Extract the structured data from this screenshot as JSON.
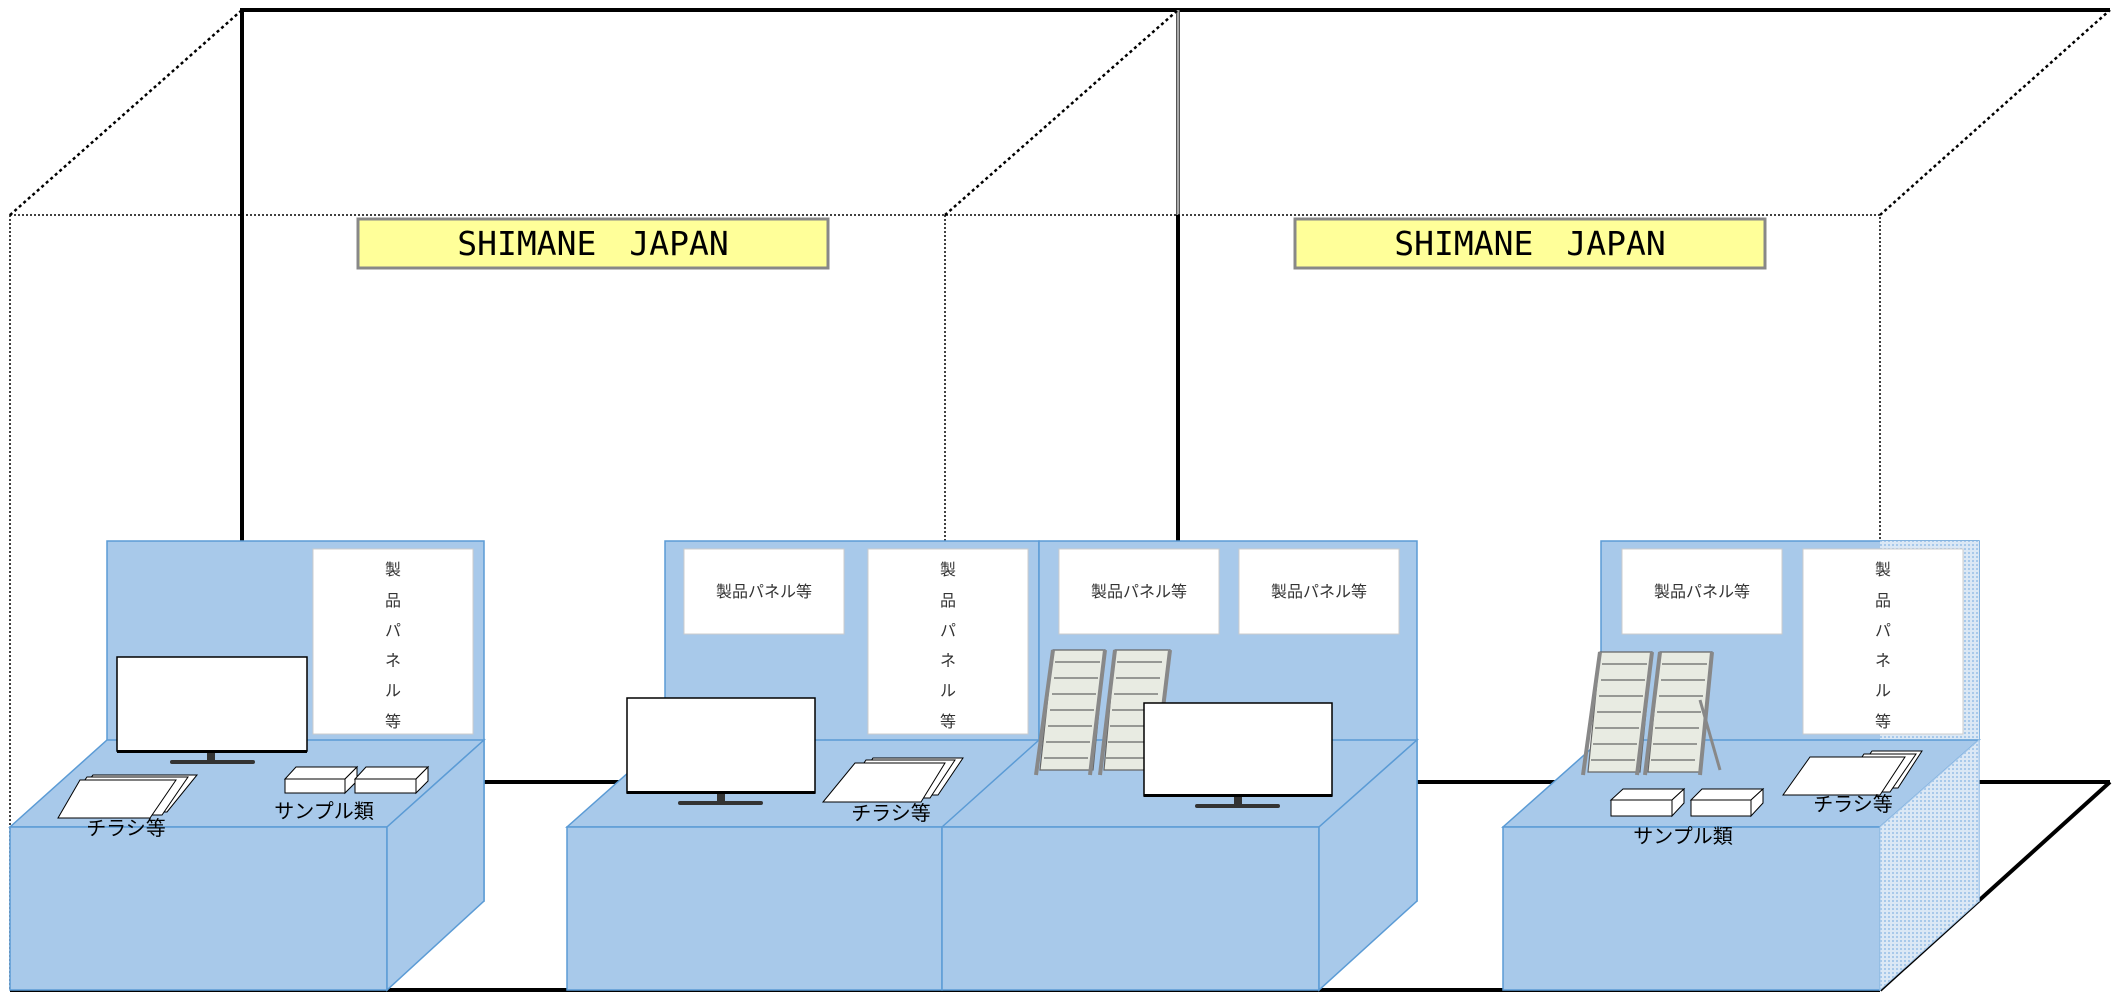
{
  "banner_text": "SHIMANE　JAPAN",
  "colors": {
    "booth_fill": "#a8c9ea",
    "booth_stroke": "#5b9bd5",
    "banner_fill": "#ffff99",
    "banner_stroke": "#888888",
    "frame": "#000000"
  },
  "labels": {
    "panel_horizontal": "製品パネル等",
    "panel_vertical": [
      "製",
      "品",
      "パ",
      "ネ",
      "ル",
      "等"
    ],
    "flyers": "チラシ等",
    "samples": "サンプル類"
  },
  "icons": [
    "monitor-icon",
    "brochure-rack-icon",
    "flyer-stack-icon",
    "sample-box-icon"
  ]
}
